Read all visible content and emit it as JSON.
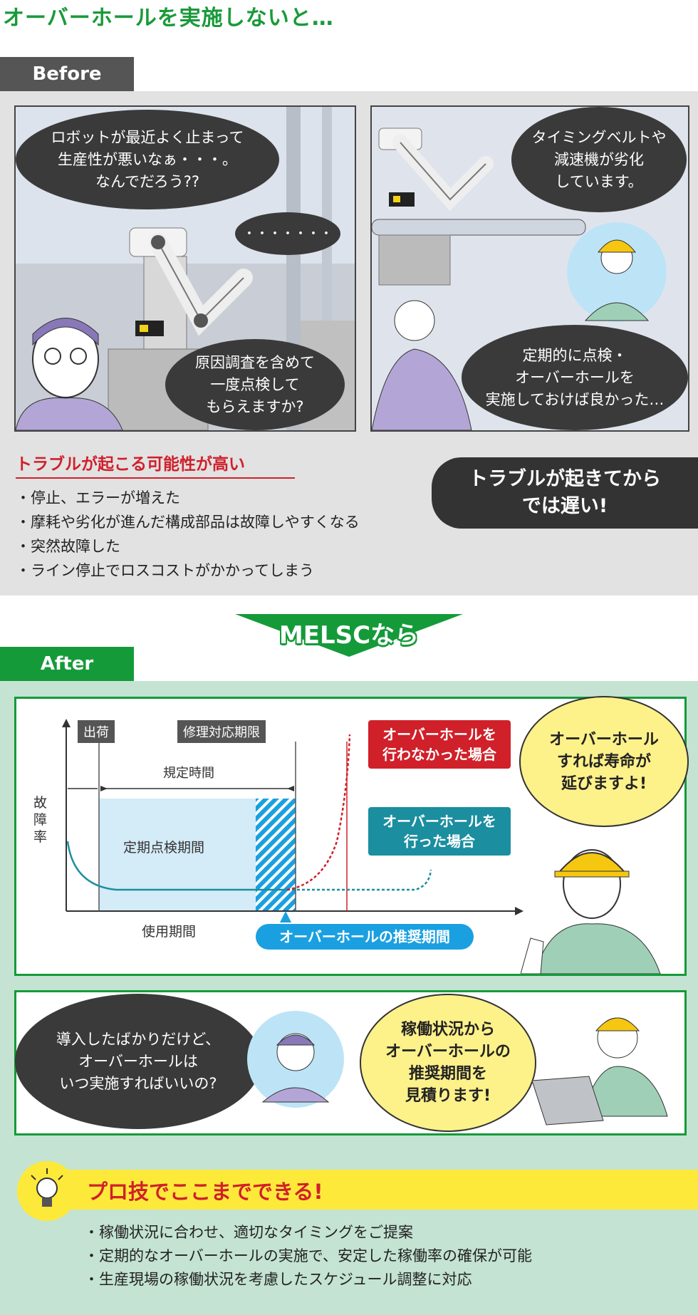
{
  "page": {
    "title": "オーバーホールを実施しないと…"
  },
  "before": {
    "tab_label": "Before",
    "panel1": {
      "bubble_top": "ロボットが最近よく止まって\n生産性が悪いなぁ・・・。\nなんでだろう??",
      "bubble_dots": "・・・・・・・",
      "bubble_bottom": "原因調査を含めて\n一度点検して\nもらえますか?"
    },
    "panel2": {
      "bubble_top": "タイミングベルトや\n減速機が劣化\nしています。",
      "bubble_bottom": "定期的に点検・\nオーバーホールを\n実施しておけば良かった…"
    },
    "trouble_heading": "トラブルが起こる可能性が高い",
    "trouble_items": [
      "停止、エラーが増えた",
      "摩耗や劣化が進んだ構成部品は故障しやすくなる",
      "突然故障した",
      "ライン停止でロスコストがかかってしまう"
    ],
    "late_message": "トラブルが起きてから\nでは遅い!"
  },
  "transition": {
    "label": "MELSCなら"
  },
  "after": {
    "tab_label": "After",
    "graph": {
      "y_label": "故障率",
      "x_label": "使用期間",
      "shipping_label": "出荷",
      "repair_deadline_label": "修理対応期限",
      "spec_time_label": "規定時間",
      "periodic_label": "定期点検期間",
      "no_overhaul_label": "オーバーホールを\n行わなかった場合",
      "overhaul_label": "オーバーホールを\n行った場合",
      "recommended_label": "オーバーホールの推奨期間"
    },
    "worker_bubble": "オーバーホール\nすれば寿命が\n延びますよ!",
    "customer_bubble": "導入したばかりだけど、\nオーバーホールは\nいつ実施すればいいの?",
    "worker_bubble2": "稼働状況から\nオーバーホールの\n推奨期間を\n見積ります!",
    "tip_title": "プロ技でここまでできる!",
    "tip_items": [
      "稼働状況に合わせ、適切なタイミングをご提案",
      "定期的なオーバーホールの実施で、安定した稼働率の確保が可能",
      "生産現場の稼働状況を考慮したスケジュール調整に対応"
    ]
  },
  "colors": {
    "brand_green": "#159a3a",
    "alert_red": "#d0202a",
    "teal": "#1b8ea0",
    "blue": "#1aa0e0",
    "dark_bubble": "#3a3a3a",
    "yellow_bubble": "#fdf18a"
  }
}
